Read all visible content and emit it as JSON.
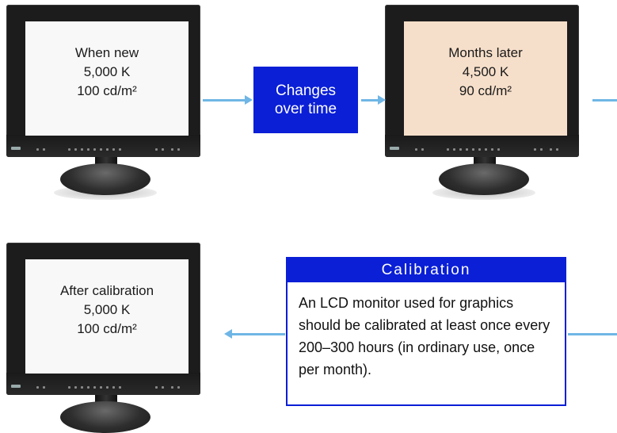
{
  "monitors": [
    {
      "title": "When new",
      "temp": "5,000  K",
      "luminance": "100 cd/m²",
      "screen_color": "#f8f8f8"
    },
    {
      "title": "Months later",
      "temp": "4,500 K",
      "luminance": "90 cd/m²",
      "screen_color": "#f6dfca"
    },
    {
      "title": "After calibration",
      "temp": "5,000 K",
      "luminance": "100 cd/m²",
      "screen_color": "#f8f8f8"
    }
  ],
  "change_box": {
    "line1": "Changes",
    "line2": "over time",
    "color": "#0a1fd6"
  },
  "calibration": {
    "heading": "Calibration",
    "text": "An LCD monitor used for graphics should be calibrated at least once every 200–300 hours (in ordinary use, once per month)."
  },
  "colors": {
    "accent": "#0a1fd6",
    "arrow": "#6fb6e6"
  }
}
